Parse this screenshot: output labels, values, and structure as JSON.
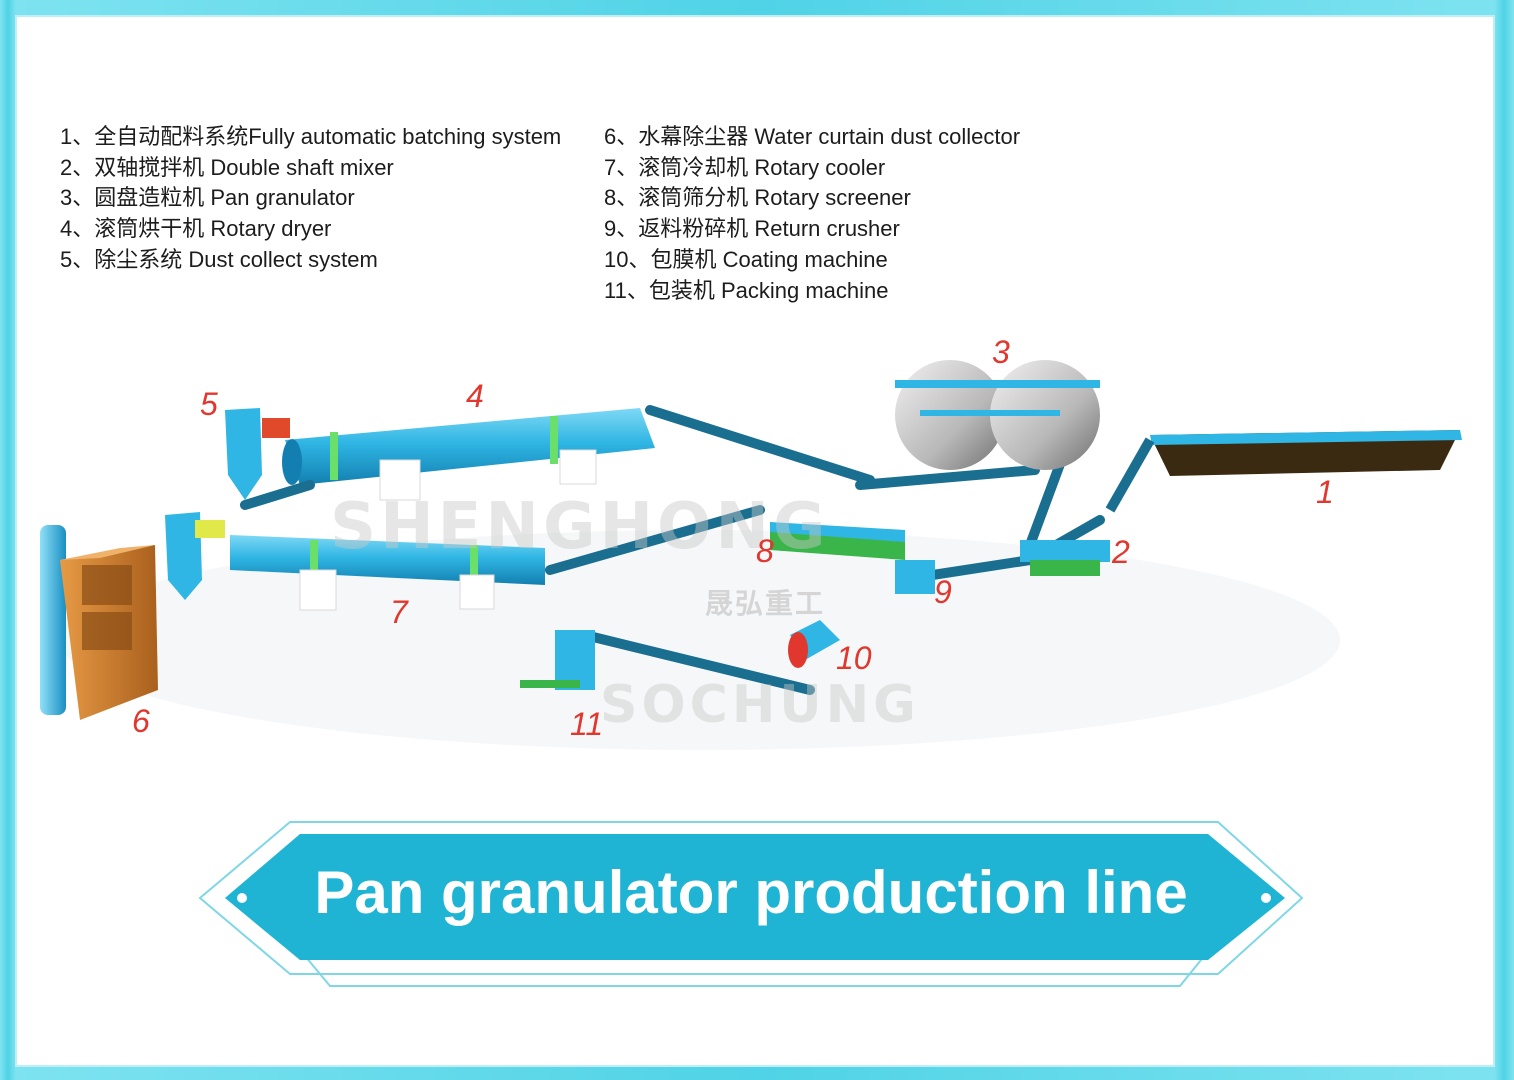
{
  "legend": {
    "left": [
      "1、全自动配料系统Fully automatic batching system",
      "2、双轴搅拌机 Double shaft mixer",
      "3、圆盘造粒机 Pan granulator",
      "4、滚筒烘干机 Rotary dryer",
      "5、除尘系统 Dust collect system"
    ],
    "right": [
      "6、水幕除尘器 Water curtain dust collector",
      "7、滚筒冷却机 Rotary cooler",
      "8、滚筒筛分机 Rotary screener",
      "9、返料粉碎机 Return crusher",
      "10、包膜机 Coating machine",
      "11、包装机 Packing machine"
    ]
  },
  "callouts": [
    "1",
    "2",
    "3",
    "4",
    "5",
    "6",
    "7",
    "8",
    "9",
    "10",
    "11"
  ],
  "watermark": {
    "top": "SHENGHONG",
    "bottom": "SOCHUNG",
    "chinese": "晟弘重工"
  },
  "banner": {
    "title": "Pan granulator production line"
  },
  "colors": {
    "frame": "#4fd3e6",
    "banner": "#1fb4d4",
    "banner_outline": "#7fd7e6",
    "machine_blue": "#2fb6e4",
    "callout_red": "#e0382e",
    "water_tank": "#c97a2a",
    "frame_green": "#39b54a"
  }
}
